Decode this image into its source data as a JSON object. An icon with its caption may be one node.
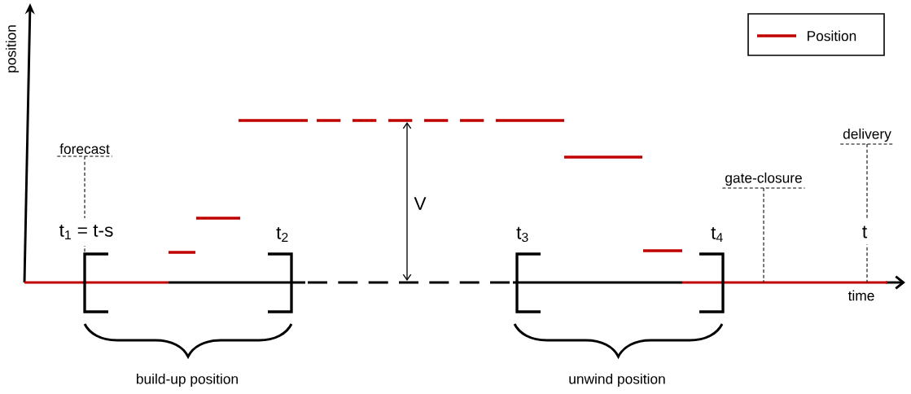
{
  "diagram": {
    "nodes": [
      {
        "text": [
          "forecast"
        ]
      },
      {
        "text": [
          "gate-closure"
        ]
      },
      {
        "text": [
          "delivery"
        ]
      },
      {
        "text": [],
        "shape": "bracket"
      }
    ],
    "edges": [
      {
        "from": 0,
        "to": 3,
        "arrow": "none",
        "style": "dashed"
      },
      {
        "from": 1,
        "to": null,
        "arrow": "none",
        "style": "dashed"
      },
      {
        "from": 2,
        "to": null,
        "arrow": "none",
        "style": "dashed"
      }
    ],
    "labels": [
      "position",
      "V",
      "t$_{1}$ = t-s",
      "t$_{2}$",
      "t$_{3}$",
      "t$_{4}$",
      "t",
      "time",
      "build-up position",
      "unwind position"
    ],
    "legend": [
      {
        "text": "Position"
      }
    ]
  }
}
